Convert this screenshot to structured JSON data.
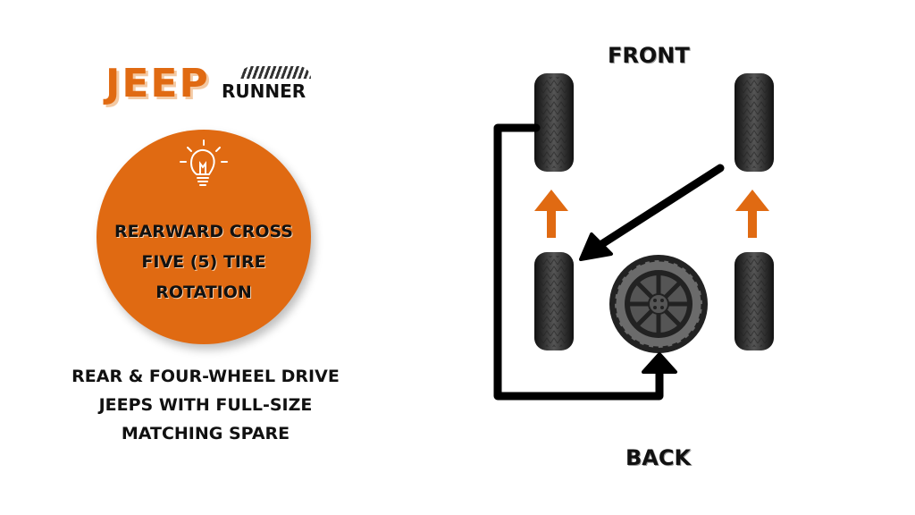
{
  "logo": {
    "brand": "JEEP",
    "sub": "RUNNER"
  },
  "badge": {
    "icon": "lightbulb-icon",
    "title": "REARWARD CROSS FIVE (5) TIRE ROTATION"
  },
  "subtitle": "REAR & FOUR-WHEEL DRIVE JEEPS WITH FULL-SIZE MATCHING SPARE",
  "diagram": {
    "front_label": "FRONT",
    "back_label": "BACK"
  },
  "colors": {
    "accent": "#e06a12",
    "ink": "#111111"
  }
}
